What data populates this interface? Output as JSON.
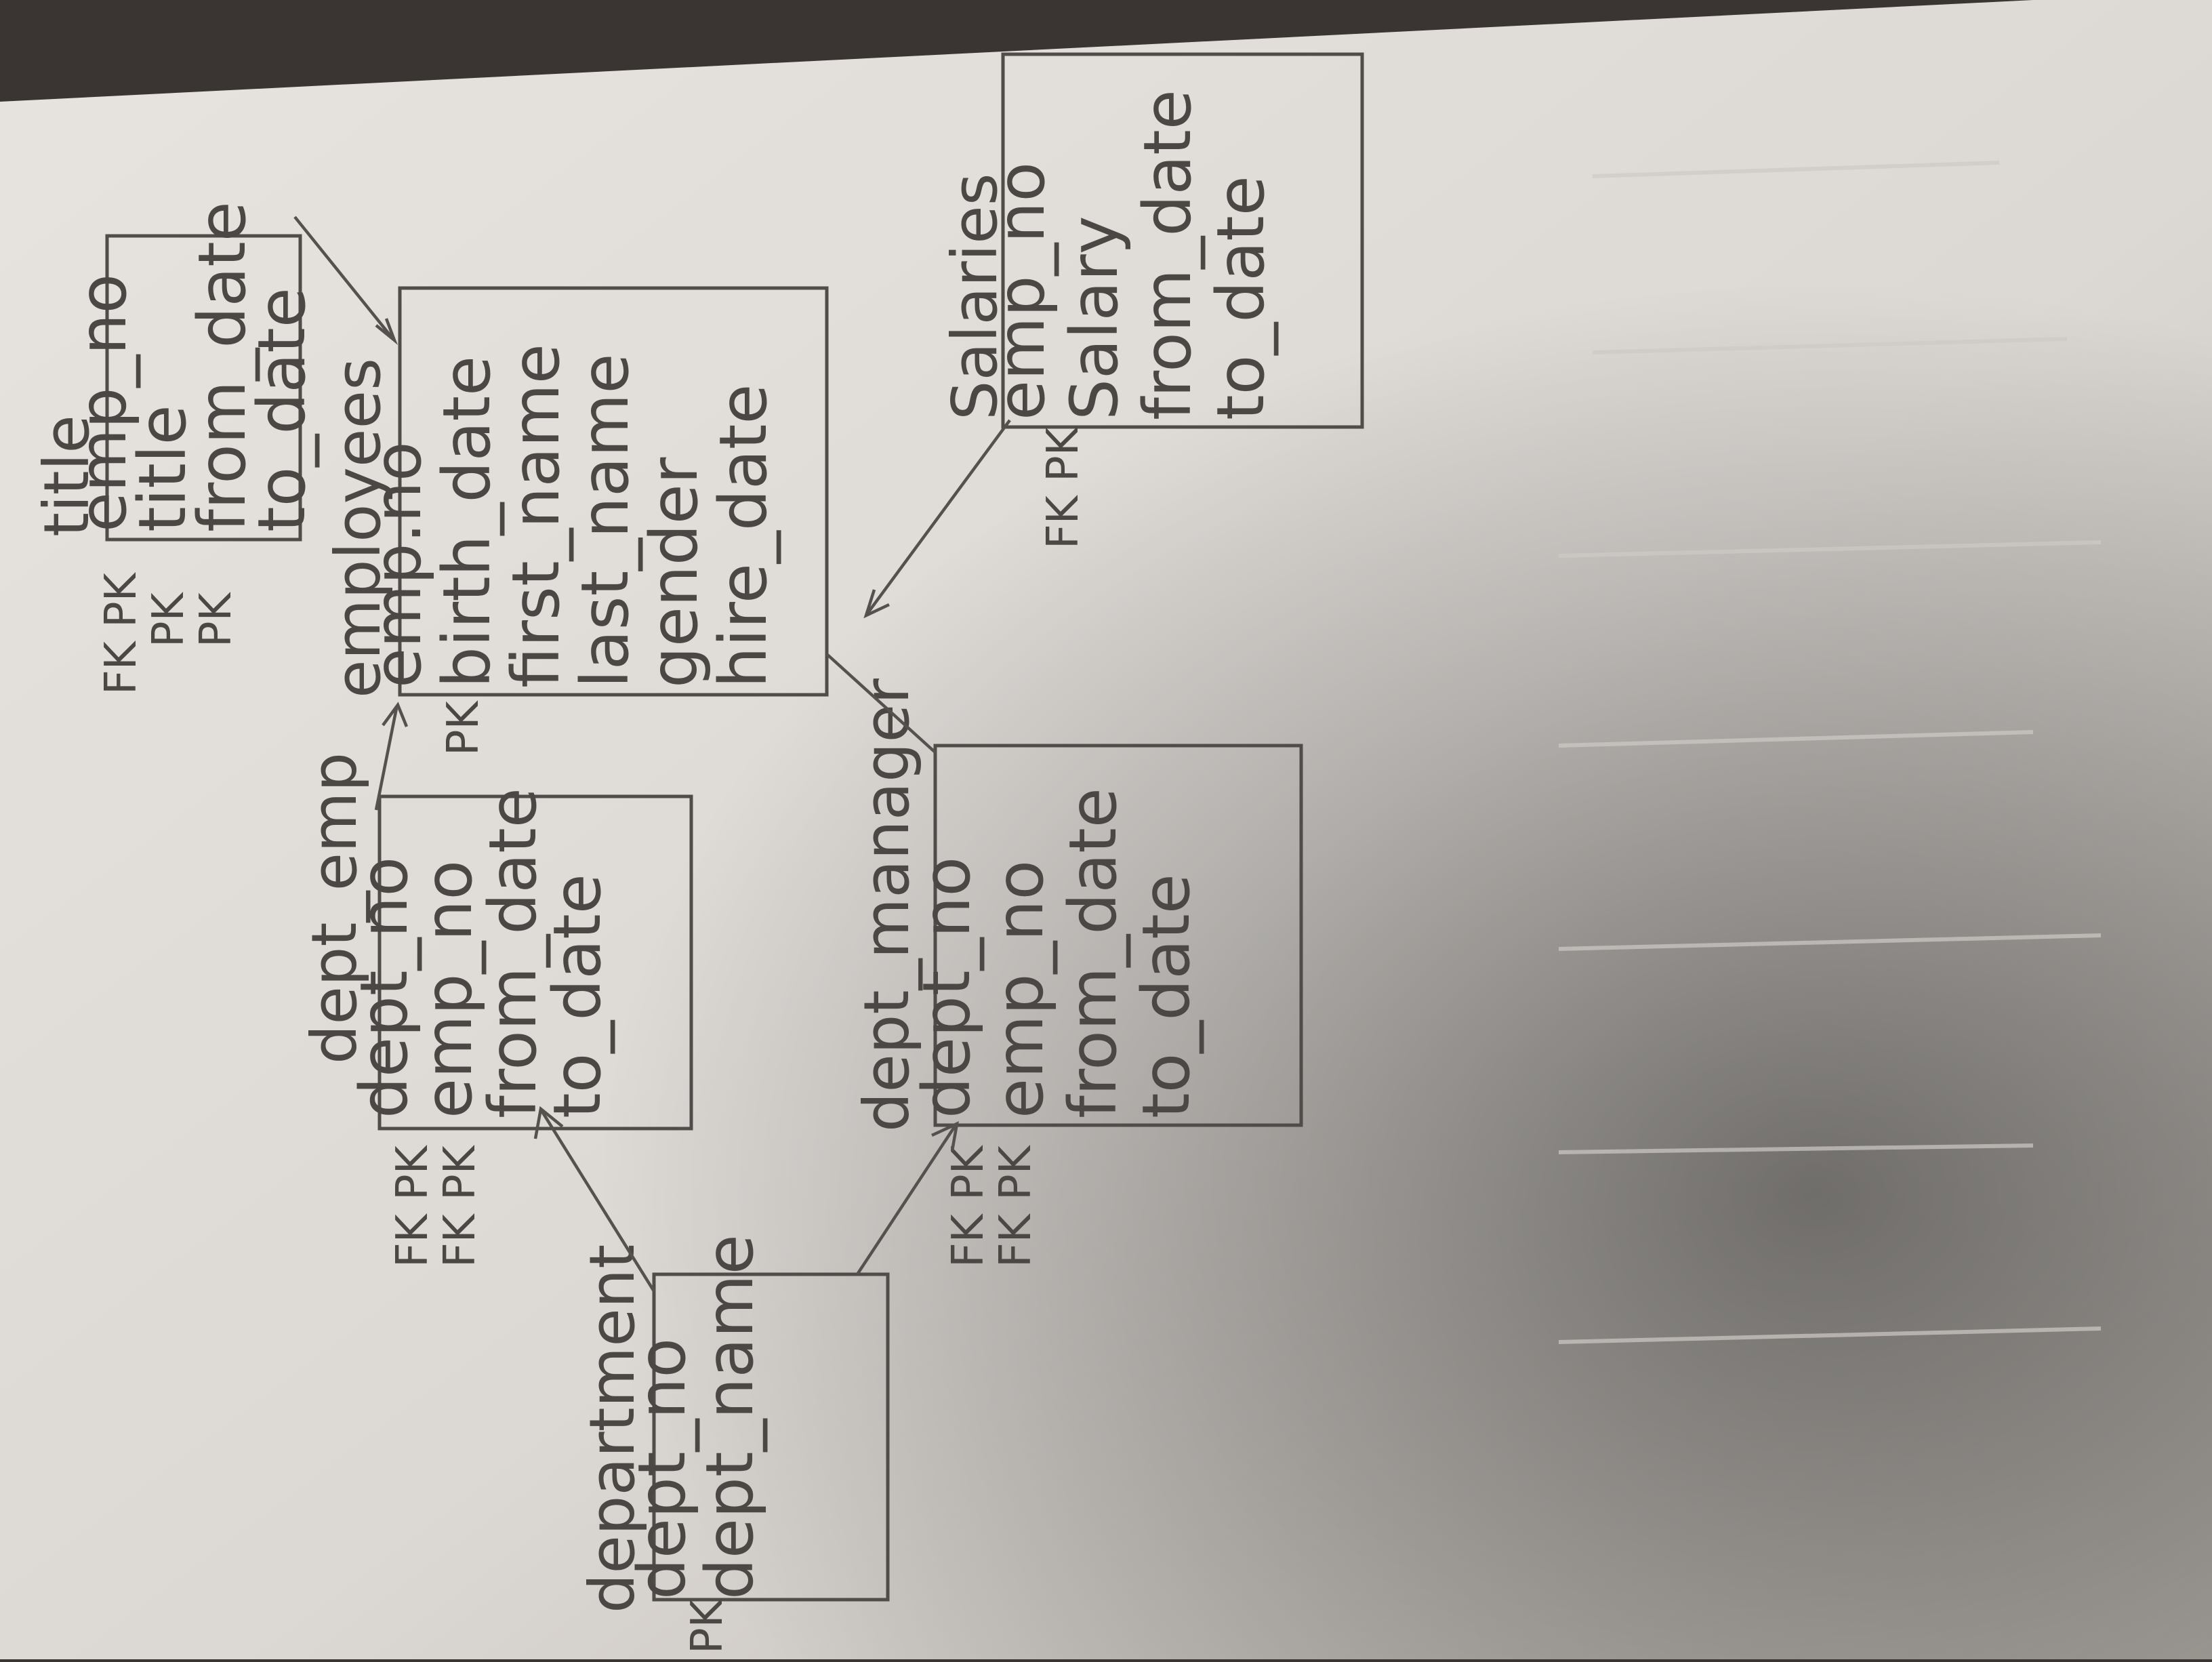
{
  "diagram": {
    "entities": {
      "title": {
        "name": "title",
        "fields": [
          "emp_no",
          "title",
          "from_date",
          "to_date"
        ],
        "keys": [
          "FK PK",
          "PK",
          "PK"
        ]
      },
      "employees": {
        "name": "employees",
        "fields": [
          "emp.no",
          "birth_date",
          "first_name",
          "last_name",
          "gender",
          "hire_date"
        ],
        "keys": [
          "PK"
        ]
      },
      "dept_emp": {
        "name": "dept_emp",
        "fields": [
          "dept_no",
          "emp_no",
          "from_date",
          "to_date"
        ],
        "keys": [
          "FK PK",
          "FK PK"
        ]
      },
      "dept_manager": {
        "name": "dept_manager",
        "fields": [
          "dept_no",
          "emp_no",
          "from_date",
          "to_date"
        ],
        "keys": [
          "FK PK",
          "FK PK"
        ]
      },
      "salaries": {
        "name": "Salaries",
        "fields": [
          "emp_no",
          "Salary",
          "from_date",
          "to_date"
        ],
        "keys": [
          "FK PK"
        ]
      },
      "department": {
        "name": "department",
        "fields": [
          "dept_no",
          "dept_name"
        ],
        "keys": [
          "PK"
        ]
      }
    }
  }
}
